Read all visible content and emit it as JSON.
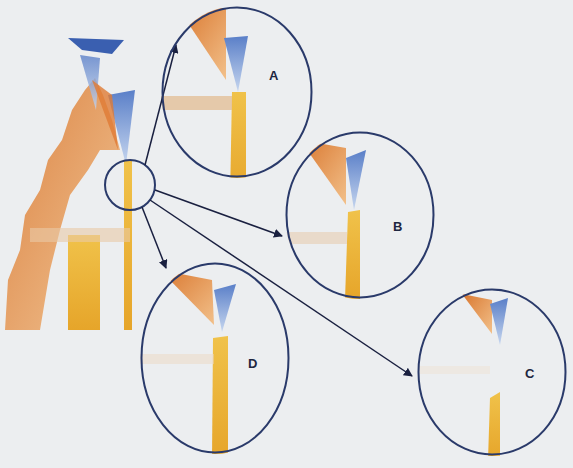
{
  "diagram": {
    "nodes": [
      {
        "text": [
          "A"
        ]
      },
      {
        "text": [
          "B"
        ]
      },
      {
        "text": [
          "D"
        ]
      },
      {
        "text": [
          "C"
        ]
      }
    ]
  }
}
